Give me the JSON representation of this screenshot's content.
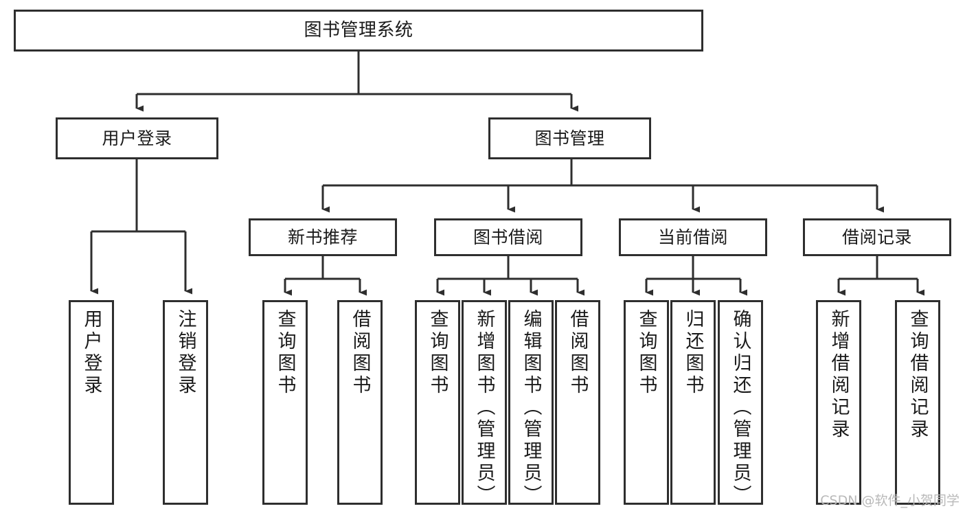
{
  "diagram": {
    "type": "tree-hierarchy",
    "title": "图书管理系统",
    "watermark": "CSDN @软件_小贺同学",
    "colors": {
      "box_border": "#2e2e2e",
      "box_fill": "#ffffff",
      "edge": "#2e2e2e",
      "text": "#1a1a1a",
      "watermark": "#b9b9b9",
      "background": "#ffffff"
    },
    "nodes": {
      "root": {
        "label": "图书管理系统"
      },
      "level2": [
        {
          "label": "用户登录"
        },
        {
          "label": "图书管理"
        }
      ],
      "level3": [
        {
          "label": "新书推荐"
        },
        {
          "label": "图书借阅"
        },
        {
          "label": "当前借阅"
        },
        {
          "label": "借阅记录"
        }
      ],
      "leaves": {
        "user_login": [
          {
            "label": "用户登录"
          },
          {
            "label": "注销登录"
          }
        ],
        "new_book": [
          {
            "label": "查询图书"
          },
          {
            "label": "借阅图书"
          }
        ],
        "book_borrow": [
          {
            "label": "查询图书"
          },
          {
            "label": "新增图书（管理员）"
          },
          {
            "label": "编辑图书（管理员）"
          },
          {
            "label": "借阅图书"
          }
        ],
        "current_borrow": [
          {
            "label": "查询图书"
          },
          {
            "label": "归还图书"
          },
          {
            "label": "确认归还（管理员）"
          }
        ],
        "borrow_record": [
          {
            "label": "新增借阅记录"
          },
          {
            "label": "查询借阅记录"
          }
        ]
      }
    }
  }
}
